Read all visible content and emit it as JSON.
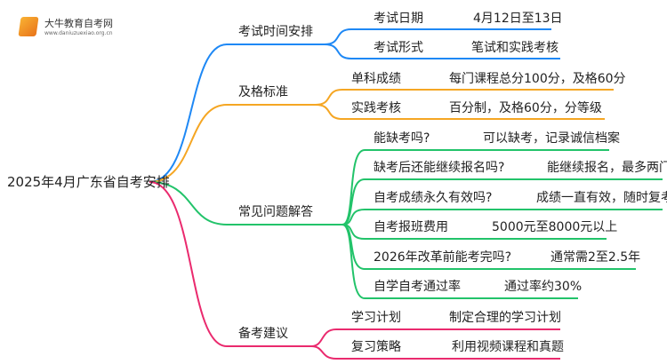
{
  "logo": {
    "name": "大牛教育自考网",
    "url": "www.daniuzuexiao.org.cn"
  },
  "root": "2025年4月广东省自考安排",
  "colors": {
    "blue": "#1e88f5",
    "orange": "#f5a623",
    "green": "#22c36a",
    "pink": "#ea2a6e"
  },
  "branches": [
    {
      "label": "考试时间安排",
      "items": [
        {
          "k": "考试日期",
          "v": "4月12日至13日"
        },
        {
          "k": "考试形式",
          "v": "笔试和实践考核"
        }
      ]
    },
    {
      "label": "及格标准",
      "items": [
        {
          "k": "单科成绩",
          "v": "每门课程总分100分，及格60分"
        },
        {
          "k": "实践考核",
          "v": "百分制，及格60分，分等级"
        }
      ]
    },
    {
      "label": "常见问题解答",
      "items": [
        {
          "k": "能缺考吗?",
          "v": "可以缺考，记录诚信档案"
        },
        {
          "k": "缺考后还能继续报名吗?",
          "v": "能继续报名，最多两门"
        },
        {
          "k": "自考成绩永久有效吗?",
          "v": "成绩一直有效，随时复考"
        },
        {
          "k": "自考报班费用",
          "v": "5000元至8000元以上"
        },
        {
          "k": "2026年改革前能考完吗?",
          "v": "通常需2至2.5年"
        },
        {
          "k": "自学自考通过率",
          "v": "通过率约30%"
        }
      ]
    },
    {
      "label": "备考建议",
      "items": [
        {
          "k": "学习计划",
          "v": "制定合理的学习计划"
        },
        {
          "k": "复习策略",
          "v": "利用视频课程和真题"
        }
      ]
    }
  ]
}
